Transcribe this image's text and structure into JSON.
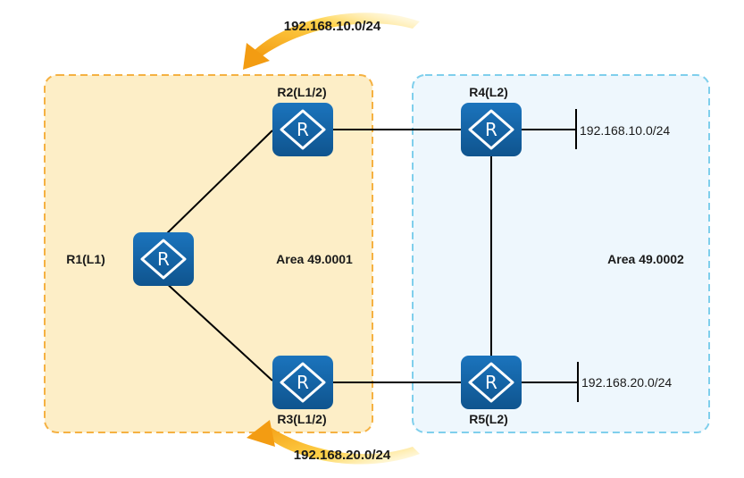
{
  "areas": [
    {
      "id": "area-49-0001",
      "label": "Area 49.0001",
      "fill": "#fdeec7",
      "stroke": "#f5b142"
    },
    {
      "id": "area-49-0002",
      "label": "Area 49.0002",
      "fill": "#eef7fd",
      "stroke": "#7fcfec"
    }
  ],
  "routers": [
    {
      "id": "r1",
      "label": "R1(L1)"
    },
    {
      "id": "r2",
      "label": "R2(L1/2)"
    },
    {
      "id": "r3",
      "label": "R3(L1/2)"
    },
    {
      "id": "r4",
      "label": "R4(L2)"
    },
    {
      "id": "r5",
      "label": "R5(L2)"
    }
  ],
  "networks": [
    {
      "id": "net-r4",
      "label": "192.168.10.0/24"
    },
    {
      "id": "net-r5",
      "label": "192.168.20.0/24"
    }
  ],
  "route_advertisements": [
    {
      "id": "adv-top",
      "label": "192.168.10.0/24"
    },
    {
      "id": "adv-bottom",
      "label": "192.168.20.0/24"
    }
  ],
  "colors": {
    "router_fill": "#1565a8",
    "router_icon": "#ffffff",
    "link": "#000000",
    "arrow_start": "#ffe27a",
    "arrow_end": "#f39c12"
  },
  "icons": {
    "router": "router-icon",
    "arrow": "curved-arrow-icon"
  }
}
